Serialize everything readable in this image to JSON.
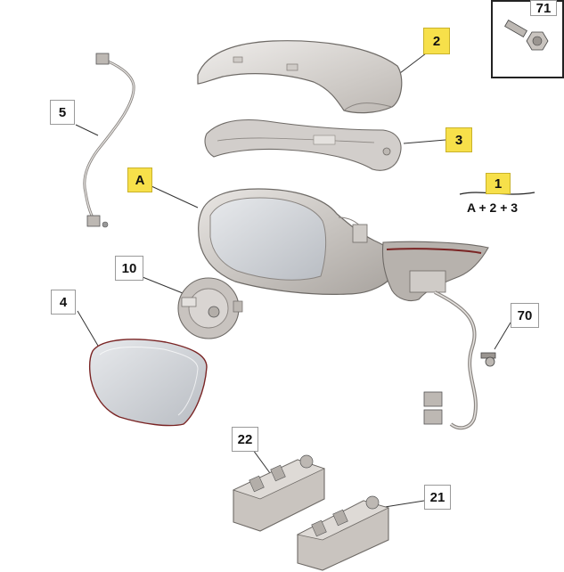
{
  "callouts": {
    "c71": "71",
    "c2": "2",
    "c3": "3",
    "c5": "5",
    "cA": "A",
    "c1": "1",
    "c10": "10",
    "c4": "4",
    "c70": "70",
    "c22": "22",
    "c21": "21"
  },
  "assembly_formula": "A + 2 + 3",
  "colors": {
    "highlight": "#f7e04a",
    "part_fill": "#d9d6d3",
    "part_stroke": "#6e6a66",
    "glass": "#c9ccd0"
  }
}
